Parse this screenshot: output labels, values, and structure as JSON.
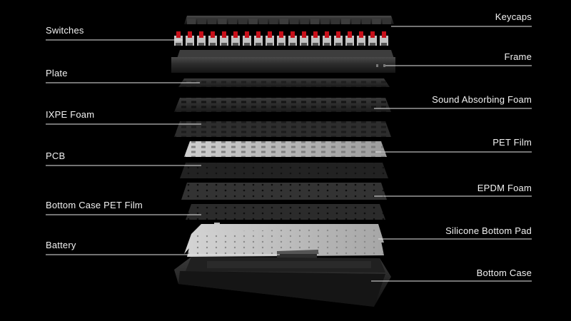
{
  "labels": {
    "left": [
      {
        "key": "switches",
        "text": "Switches"
      },
      {
        "key": "plate",
        "text": "Plate"
      },
      {
        "key": "ixpe_foam",
        "text": "IXPE Foam"
      },
      {
        "key": "pcb",
        "text": "PCB"
      },
      {
        "key": "bottom_case_pet_film",
        "text": "Bottom Case PET Film"
      },
      {
        "key": "battery",
        "text": "Battery"
      }
    ],
    "right": [
      {
        "key": "keycaps",
        "text": "Keycaps"
      },
      {
        "key": "frame",
        "text": "Frame"
      },
      {
        "key": "sound_absorbing_foam",
        "text": "Sound Absorbing Foam"
      },
      {
        "key": "pet_film",
        "text": "PET Film"
      },
      {
        "key": "epdm_foam",
        "text": "EPDM Foam"
      },
      {
        "key": "silicone_bottom_pad",
        "text": "Silicone Bottom Pad"
      },
      {
        "key": "bottom_case",
        "text": "Bottom Case"
      }
    ]
  },
  "colors": {
    "background": "#000000",
    "text": "#f2f2f2",
    "switch_stem": "#c8101a",
    "switch_housing": "#e4e4e4",
    "dark_layer": "#2a2a2a",
    "light_layer": "#bdbdbd"
  }
}
